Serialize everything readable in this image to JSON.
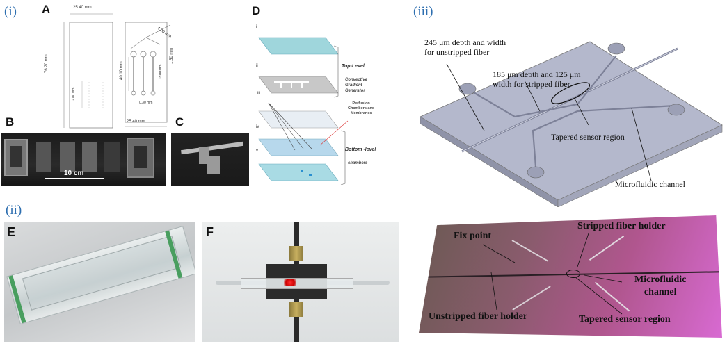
{
  "sections": {
    "i": "(i)",
    "ii": "(ii)",
    "iii": "(iii)"
  },
  "panels": {
    "A": "A",
    "B": "B",
    "C": "C",
    "D": "D",
    "E": "E",
    "F": "F"
  },
  "panelA": {
    "dim_top": "25.40 mm",
    "dim_bottom": "25.40 mm",
    "dim_height": "76.20 mm",
    "dim_channel": "40.10 mm",
    "dim_hole": "4.00 mm",
    "dim_side": "1.50 mm",
    "dim_small": "2.00 mm",
    "dim_small2": "0.30 mm",
    "dim_small3": "3.00 mm"
  },
  "panelB": {
    "scale": "10 cm"
  },
  "panelD": {
    "layers": [
      "i",
      "ii",
      "iii",
      "iv",
      "v"
    ],
    "top_level": "Top-Level",
    "generator_l1": "Convective",
    "generator_l2": "Gradient",
    "generator_l3": "Generator",
    "perf_l1": "Perfusion",
    "perf_l2": "Chambers and",
    "perf_l3": "Membranes",
    "bottom_level": "Bottom -level",
    "chambers": "chambers"
  },
  "panelIII": {
    "unstripped_l1": "245 μm depth and width",
    "unstripped_l2": "for unstripped fiber",
    "stripped_l1": "185 μm depth and 125 μm",
    "stripped_l2": "width for stripped fiber",
    "tapered": "Tapered sensor region",
    "microfluidic": "Microfluidic channel"
  },
  "photoIII": {
    "fix_point": "Fix point",
    "stripped_holder": "Stripped fiber holder",
    "micro_l1": "Microfluidic",
    "micro_l2": "channel",
    "unstripped_holder": "Unstripped fiber holder",
    "tapered": "Tapered sensor region"
  }
}
